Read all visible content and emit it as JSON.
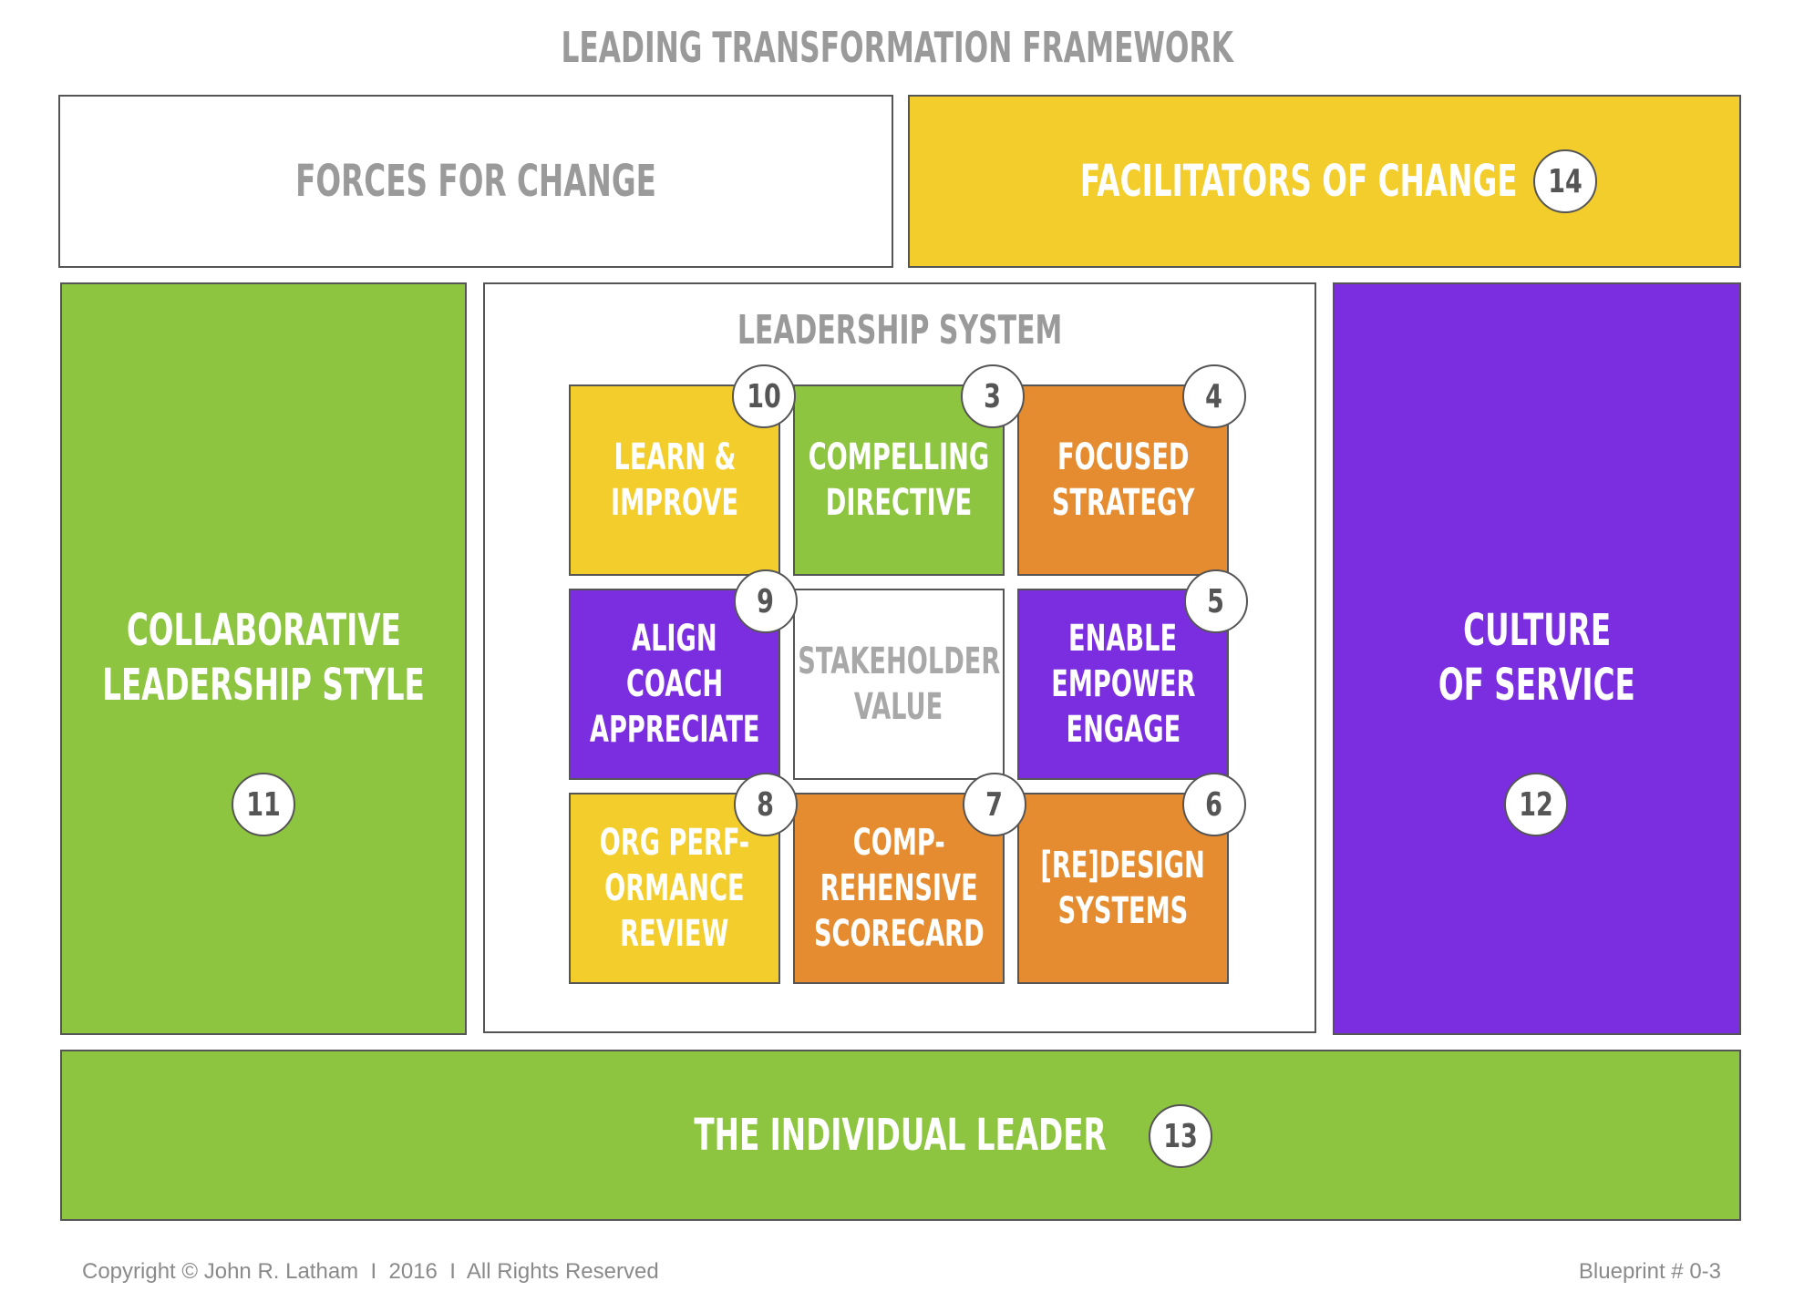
{
  "title": "LEADING TRANSFORMATION FRAMEWORK",
  "colors": {
    "green": "#8dc440",
    "yellow": "#f2cd2c",
    "orange": "#e68c30",
    "purple": "#7a2ee0",
    "gray_text": "#9a9a9a",
    "border": "#555555"
  },
  "forces": {
    "label": "FORCES FOR CHANGE"
  },
  "facilitators": {
    "label": "FACILITATORS OF CHANGE",
    "number": "14"
  },
  "collaborative": {
    "line1": "COLLABORATIVE",
    "line2": "LEADERSHIP STYLE",
    "number": "11"
  },
  "culture": {
    "line1": "CULTURE",
    "line2": "OF SERVICE",
    "number": "12"
  },
  "individual": {
    "label": "THE INDIVIDUAL LEADER",
    "number": "13"
  },
  "leadership_system": {
    "title": "LEADERSHIP SYSTEM",
    "cells": {
      "learn": {
        "lines": [
          "LEARN &",
          "IMPROVE"
        ],
        "number": "10"
      },
      "compelling": {
        "lines": [
          "COMPELLING",
          "DIRECTIVE"
        ],
        "number": "3"
      },
      "focused": {
        "lines": [
          "FOCUSED",
          "STRATEGY"
        ],
        "number": "4"
      },
      "align": {
        "lines": [
          "ALIGN",
          "COACH",
          "APPRECIATE"
        ],
        "number": "9"
      },
      "stakeholder": {
        "lines": [
          "STAKEHOLDER",
          "VALUE"
        ]
      },
      "enable": {
        "lines": [
          "ENABLE",
          "EMPOWER",
          "ENGAGE"
        ],
        "number": "5"
      },
      "org": {
        "lines": [
          "ORG PERF-",
          "ORMANCE",
          "REVIEW"
        ],
        "number": "8"
      },
      "comp": {
        "lines": [
          "COMP-",
          "REHENSIVE",
          "SCORECARD"
        ],
        "number": "7"
      },
      "redesign": {
        "lines": [
          "[RE]DESIGN",
          "SYSTEMS"
        ],
        "number": "6"
      }
    }
  },
  "footer": {
    "copyright": "Copyright © John R. Latham  I  2016  I  All Rights Reserved",
    "blueprint": "Blueprint # 0-3"
  }
}
